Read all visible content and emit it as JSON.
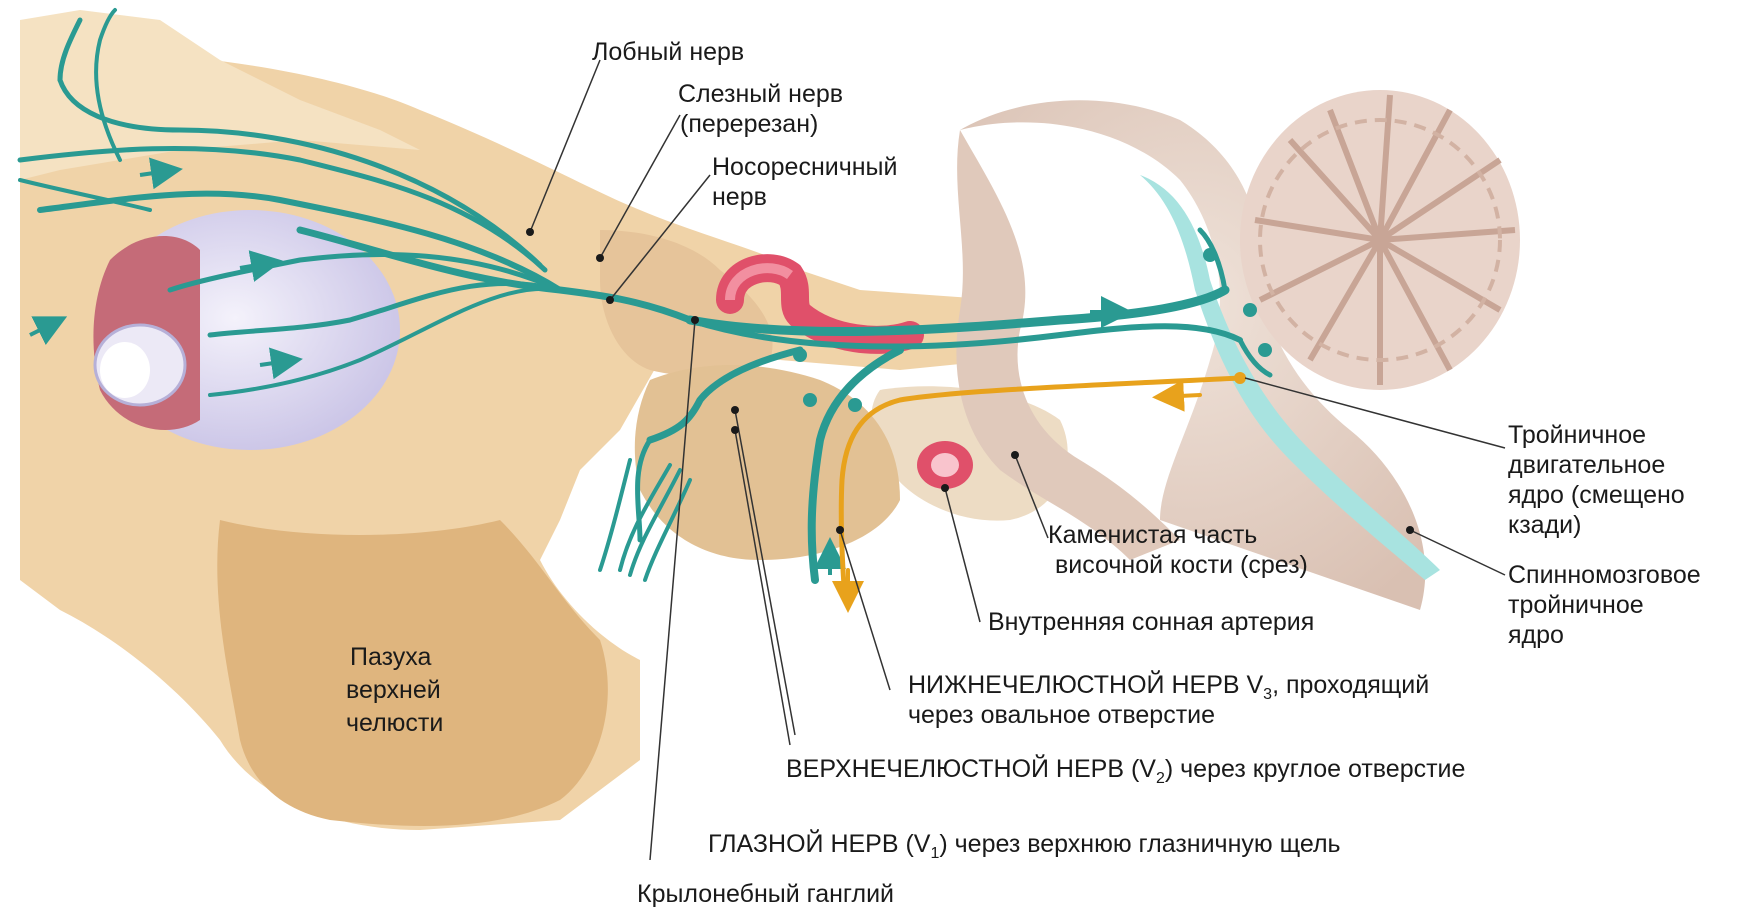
{
  "labels": {
    "frontal_nerve": "Лобный нерв",
    "lacrimal_nerve_1": "Слезный нерв",
    "lacrimal_nerve_2": "(перерезан)",
    "nasociliary_nerve_1": "Носоресничный",
    "nasociliary_nerve_2": "нерв",
    "trigeminal_motor_1": "Тройничное",
    "trigeminal_motor_2": "двигательное",
    "trigeminal_motor_3": "ядро (смещено",
    "trigeminal_motor_4": "кзади)",
    "petrous_1": "Каменистая часть",
    "petrous_2": "височной кости (срез)",
    "spinal_trigeminal_1": "Спинномозговое",
    "spinal_trigeminal_2": "тройничное",
    "spinal_trigeminal_3": "ядро",
    "internal_carotid": "Внутренняя сонная артерия",
    "mandibular_1a": "НИЖНЕЧЕЛЮСТНОЙ НЕРВ V",
    "mandibular_1sub": "3",
    "mandibular_1b": ", проходящий",
    "mandibular_2": "через овальное отверстие",
    "maxillary_a": "ВЕРХНЕЧЕЛЮСТНОЙ НЕРВ (V",
    "maxillary_sub": "2",
    "maxillary_b": ") через круглое отверстие",
    "ophthalmic_a": "ГЛАЗНОЙ НЕРВ (V",
    "ophthalmic_sub": "1",
    "ophthalmic_b": ") через верхнюю глазничную щель",
    "pterygopalatine": "Крылонебный ганглий",
    "sinus_1": "Пазуха",
    "sinus_2": "верхней",
    "sinus_3": "челюсти"
  },
  "colors": {
    "nerve": "#2a9a92",
    "motor_pathway": "#e8a21c",
    "bone": "#f0d3a8",
    "bone_dark": "#d9a86e",
    "eye": "#d8d4ee",
    "brain": "#e3cfc4",
    "artery": "#e0506a",
    "spinal_nucleus": "#a8e3e0"
  }
}
